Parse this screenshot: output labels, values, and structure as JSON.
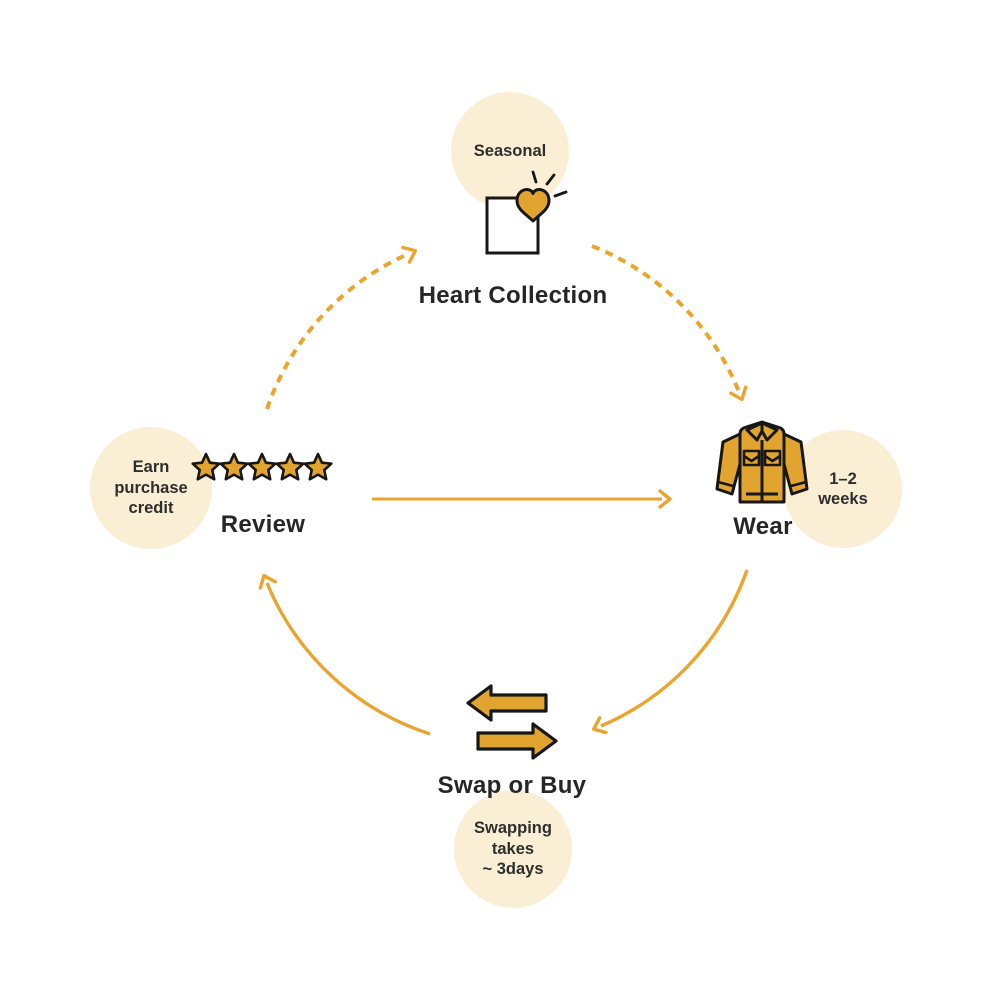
{
  "colors": {
    "arrow": "#E9A52E",
    "gold": "#E0A42F",
    "cream": "#FAEFD4",
    "ink": "#262626",
    "outline": "#171717"
  },
  "diagram": {
    "type": "cycle",
    "nodes": {
      "heart_collection": {
        "label": "Heart Collection",
        "badge": "Seasonal"
      },
      "wear": {
        "label": "Wear",
        "badge": "1–2\nweeks"
      },
      "swap_or_buy": {
        "label": "Swap or Buy",
        "badge": "Swapping\ntakes\n~ 3days"
      },
      "review": {
        "label": "Review",
        "badge": "Earn\npurchase\ncredit",
        "rating_stars": 5
      }
    },
    "edges": [
      {
        "from": "Heart Collection",
        "to": "Wear",
        "style": "dashed-arc"
      },
      {
        "from": "Wear",
        "to": "Swap or Buy",
        "style": "solid-arc"
      },
      {
        "from": "Swap or Buy",
        "to": "Review",
        "style": "solid-arc"
      },
      {
        "from": "Review",
        "to": "Heart Collection",
        "style": "dashed-arc"
      },
      {
        "from": "Review",
        "to": "Wear",
        "style": "solid-straight"
      }
    ]
  }
}
